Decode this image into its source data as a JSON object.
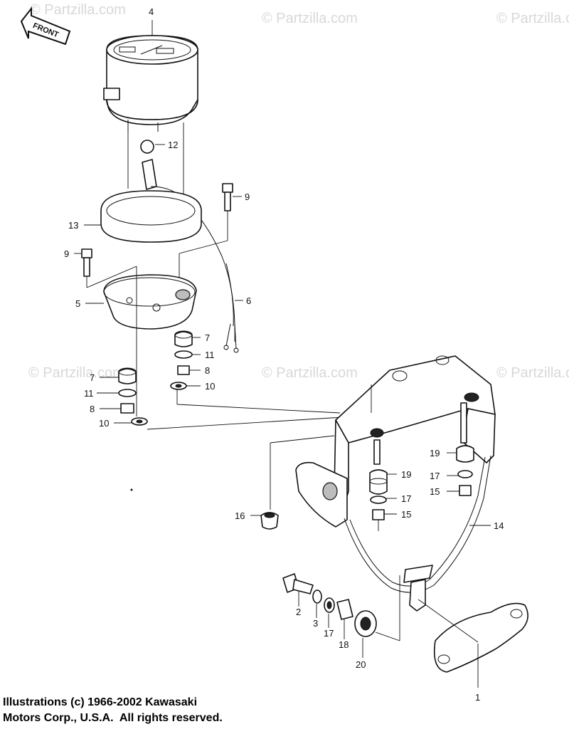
{
  "watermark": "© Partzilla.com",
  "front_label": "FRONT",
  "callouts": {
    "c1": "1",
    "c2": "2",
    "c3": "3",
    "c4": "4",
    "c5": "5",
    "c6": "6",
    "c7a": "7",
    "c7b": "7",
    "c8a": "8",
    "c8b": "8",
    "c9a": "9",
    "c9b": "9",
    "c10a": "10",
    "c10b": "10",
    "c11a": "11",
    "c11b": "11",
    "c12": "12",
    "c13": "13",
    "c14": "14",
    "c15a": "15",
    "c15b": "15",
    "c16": "16",
    "c17a": "17",
    "c17b": "17",
    "c17c": "17",
    "c18": "18",
    "c19a": "19",
    "c19b": "19",
    "c20": "20"
  },
  "copyright": {
    "line1": "Illustrations (c) 1966-2002 Kawasaki",
    "line2": "Motors Corp., U.S.A.  All rights reserved."
  }
}
